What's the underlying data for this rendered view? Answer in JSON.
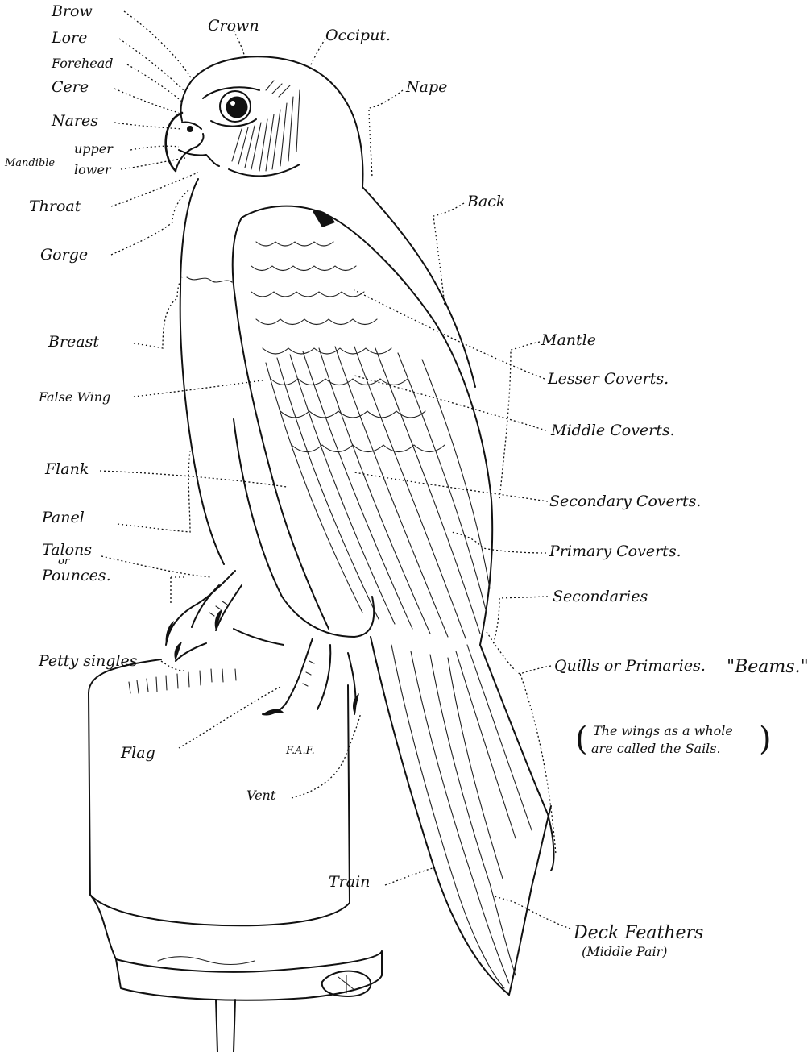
{
  "labels": {
    "brow": "Brow",
    "lore": "Lore",
    "forehead": "Forehead",
    "cere": "Cere",
    "nares": "Nares",
    "mandible": "Mandible",
    "upper": "upper",
    "lower": "lower",
    "throat": "Throat",
    "gorge": "Gorge",
    "breast": "Breast",
    "false_wing": "False Wing",
    "flank": "Flank",
    "panel": "Panel",
    "talons": "Talons",
    "or": "or",
    "pounces": "Pounces.",
    "petty_singles": "Petty singles",
    "flag": "Flag",
    "vent": "Vent",
    "train": "Train",
    "crown": "Crown",
    "occiput": "Occiput.",
    "nape": "Nape",
    "back": "Back",
    "mantle": "Mantle",
    "lesser_coverts": "Lesser Coverts.",
    "middle_coverts": "Middle Coverts.",
    "secondary_coverts": "Secondary Coverts.",
    "primary_coverts": "Primary Coverts.",
    "secondaries": "Secondaries",
    "quills_primaries": "Quills or Primaries.",
    "beams": "\"Beams.\"",
    "deck_feathers": "Deck Feathers",
    "middle_pair": "(Middle Pair)",
    "sails_line1": "The wings as a whole",
    "sails_line2": "are called the Sails."
  },
  "signature": "F.A.F."
}
